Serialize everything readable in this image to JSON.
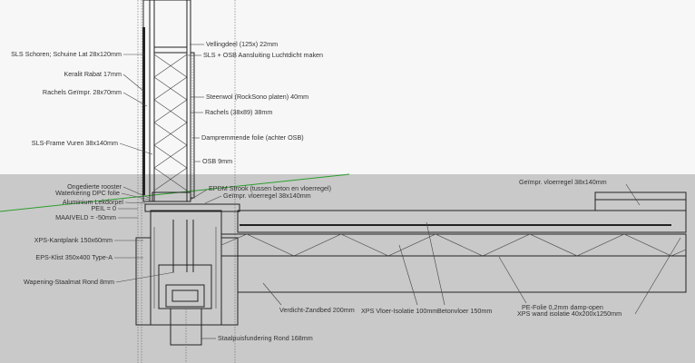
{
  "scene": {
    "sky_color": "#f7f7f7",
    "ground_color": "#c9c9c9",
    "accent_line_color": "#2c9e2c"
  },
  "labels_left": {
    "sls_schoren": "SLS Schoren; Schuine Lat 28x120mm",
    "keralit": "Keralit Rabat 17mm",
    "rachels_geimpr": "Rachels Geïmpr. 28x70mm",
    "sls_frame": "SLS-Frame Vuren 38x140mm",
    "ongedierte": "Ongedierte rooster",
    "waterkering": "Waterkering DPC folie",
    "aluminium": "Aluminium Lekdorpel",
    "peil": "PEIL = 0",
    "maaiveld": "MAAIVELD = -50mm",
    "xps_kantplank": "XPS-Kantplank 150x60mm",
    "eps_klist": "EPS-Klist 350x400 Type-A",
    "wapening": "Wapening-Staalmat Rond 8mm"
  },
  "labels_right": {
    "vellingdeel": "Vellingdeel (125x) 22mm",
    "sls_osb": "SLS + OSB Aansluiting Luchtdicht maken",
    "steenwol": "Steenwol (RockSono platen) 40mm",
    "rachels": "Rachels (38x89) 38mm",
    "dampremmende": "Dampremmende folie (achter OSB)",
    "osb": "OSB 9mm",
    "epdm": "EPDM Strook (tussen beton en vloerregel)",
    "geimpr_vloerregel_small": "Geïmpr. vloerregel 38x140mm",
    "geimpr_vloerregel": "Geïmpr. vloerregel 38x140mm"
  },
  "labels_bottom": {
    "verdicht": "Verdicht-Zandbed 200mm",
    "xps_vloer": "XPS Vloer-Isolatie 100mm",
    "betonvloer": "Betonvloer 150mm",
    "pe_folie": "PE-Folie 0,2mm damp-open",
    "xps_wand": "XPS wand isolatie 40x200x1250mm",
    "staalpuis": "Staalpuisfundering Rond 168mm"
  }
}
